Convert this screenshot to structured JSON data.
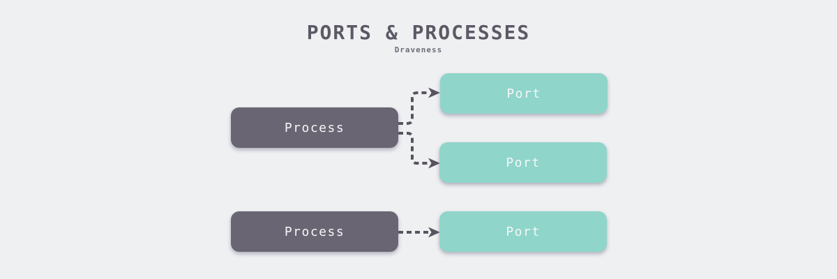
{
  "title": "PORTS & PROCESSES",
  "subtitle": "Draveness",
  "colors": {
    "background": "#eff0f2",
    "process_fill": "#696573",
    "port_fill": "#8fd5ca",
    "connector": "#57545f",
    "title_text": "#5c5966",
    "subtitle_text": "#6e6b79",
    "node_text": "#f5f7f6"
  },
  "diagram": {
    "nodes": [
      {
        "id": "process-1",
        "type": "process",
        "label": "Process"
      },
      {
        "id": "port-1",
        "type": "port",
        "label": "Port"
      },
      {
        "id": "port-2",
        "type": "port",
        "label": "Port"
      },
      {
        "id": "process-2",
        "type": "process",
        "label": "Process"
      },
      {
        "id": "port-3",
        "type": "port",
        "label": "Port"
      }
    ],
    "edges": [
      {
        "from": "process-1",
        "to": "port-1",
        "style": "dashed-arrow"
      },
      {
        "from": "process-1",
        "to": "port-2",
        "style": "dashed-arrow"
      },
      {
        "from": "process-2",
        "to": "port-3",
        "style": "dashed-arrow"
      }
    ]
  }
}
